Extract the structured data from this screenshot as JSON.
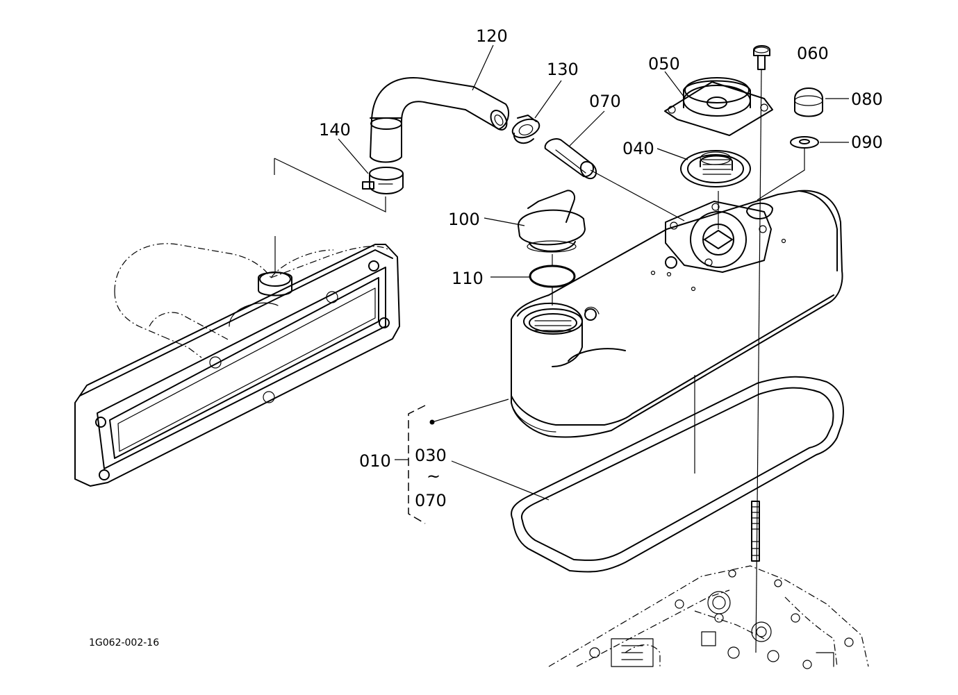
{
  "diagram": {
    "reference_code": "1G062-002-16",
    "callouts": {
      "p120": "120",
      "p130": "130",
      "p140": "140",
      "p070": "070",
      "p050": "050",
      "p060": "060",
      "p080": "080",
      "p040": "040",
      "p090": "090",
      "p100": "100",
      "p110": "110",
      "p010": "010",
      "p030": "030",
      "tilde": "~",
      "p070b": "070"
    }
  }
}
